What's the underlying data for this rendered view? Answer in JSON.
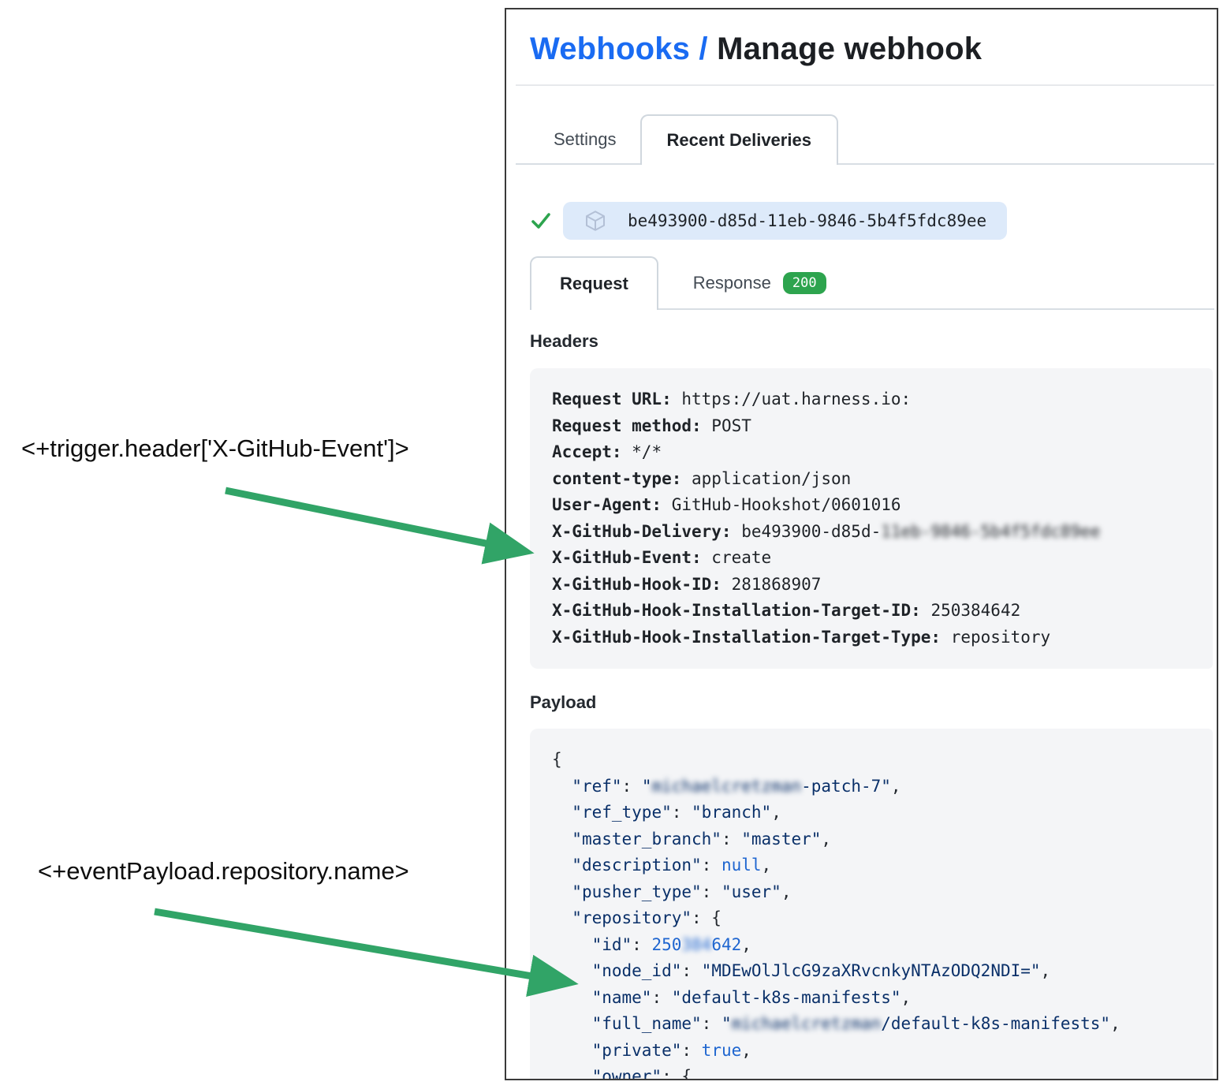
{
  "annotations": [
    {
      "text": "<+trigger.header['X-GitHub-Event']>"
    },
    {
      "text": "<+eventPayload.repository.name>"
    }
  ],
  "colors": {
    "arrow_green": "#31a467",
    "check_green": "#2da44e",
    "badge_green": "#2da44e",
    "link_blue": "#1a6bf2",
    "pill_blue": "#ddeafa"
  },
  "page": {
    "breadcrumb_link": "Webhooks /",
    "title": "Manage webhook",
    "main_tabs": [
      {
        "label": "Settings",
        "active": false
      },
      {
        "label": "Recent Deliveries",
        "active": true
      }
    ],
    "delivery": {
      "status": "success",
      "icon": "package-icon",
      "id": "be493900-d85d-11eb-9846-5b4f5fdc89ee"
    },
    "sub_tabs": [
      {
        "label": "Request",
        "active": true
      },
      {
        "label": "Response",
        "badge": "200",
        "active": false
      }
    ],
    "sections": {
      "headers_heading": "Headers",
      "payload_heading": "Payload"
    },
    "headers": [
      {
        "key": "Request URL:",
        "parts": [
          {
            "t": " https://uat.harness.io:"
          }
        ]
      },
      {
        "key": "Request method:",
        "parts": [
          {
            "t": " POST"
          }
        ]
      },
      {
        "key": "Accept:",
        "parts": [
          {
            "t": " */*"
          }
        ]
      },
      {
        "key": "content-type:",
        "parts": [
          {
            "t": " application/json"
          }
        ]
      },
      {
        "key": "User-Agent:",
        "parts": [
          {
            "t": " GitHub-Hookshot/0601016"
          }
        ]
      },
      {
        "key": "X-GitHub-Delivery:",
        "parts": [
          {
            "t": " be493900-d85d-"
          },
          {
            "t": "11eb-9846-5b4f5fdc89ee",
            "blur": true
          }
        ]
      },
      {
        "key": "X-GitHub-Event:",
        "parts": [
          {
            "t": " create"
          }
        ]
      },
      {
        "key": "X-GitHub-Hook-ID:",
        "parts": [
          {
            "t": " 281868907"
          }
        ]
      },
      {
        "key": "X-GitHub-Hook-Installation-Target-ID:",
        "parts": [
          {
            "t": " 250384642"
          }
        ]
      },
      {
        "key": "X-GitHub-Hook-Installation-Target-Type:",
        "parts": [
          {
            "t": " repository"
          }
        ]
      }
    ],
    "payload_lines": [
      [
        {
          "t": "{",
          "c": "p"
        }
      ],
      [
        {
          "t": "  ",
          "c": "p"
        },
        {
          "t": "\"ref\"",
          "c": "s"
        },
        {
          "t": ": ",
          "c": "p"
        },
        {
          "t": "\"",
          "c": "s"
        },
        {
          "t": "michaelcretzman",
          "c": "s",
          "blur": true
        },
        {
          "t": "-patch-7\"",
          "c": "s"
        },
        {
          "t": ",",
          "c": "p"
        }
      ],
      [
        {
          "t": "  ",
          "c": "p"
        },
        {
          "t": "\"ref_type\"",
          "c": "s"
        },
        {
          "t": ": ",
          "c": "p"
        },
        {
          "t": "\"branch\"",
          "c": "s"
        },
        {
          "t": ",",
          "c": "p"
        }
      ],
      [
        {
          "t": "  ",
          "c": "p"
        },
        {
          "t": "\"master_branch\"",
          "c": "s"
        },
        {
          "t": ": ",
          "c": "p"
        },
        {
          "t": "\"master\"",
          "c": "s"
        },
        {
          "t": ",",
          "c": "p"
        }
      ],
      [
        {
          "t": "  ",
          "c": "p"
        },
        {
          "t": "\"description\"",
          "c": "s"
        },
        {
          "t": ": ",
          "c": "p"
        },
        {
          "t": "null",
          "c": "k"
        },
        {
          "t": ",",
          "c": "p"
        }
      ],
      [
        {
          "t": "  ",
          "c": "p"
        },
        {
          "t": "\"pusher_type\"",
          "c": "s"
        },
        {
          "t": ": ",
          "c": "p"
        },
        {
          "t": "\"user\"",
          "c": "s"
        },
        {
          "t": ",",
          "c": "p"
        }
      ],
      [
        {
          "t": "  ",
          "c": "p"
        },
        {
          "t": "\"repository\"",
          "c": "s"
        },
        {
          "t": ": {",
          "c": "p"
        }
      ],
      [
        {
          "t": "    ",
          "c": "p"
        },
        {
          "t": "\"id\"",
          "c": "s"
        },
        {
          "t": ": ",
          "c": "p"
        },
        {
          "t": "250",
          "c": "k"
        },
        {
          "t": "384",
          "c": "k",
          "blur": true
        },
        {
          "t": "642",
          "c": "k"
        },
        {
          "t": ",",
          "c": "p"
        }
      ],
      [
        {
          "t": "    ",
          "c": "p"
        },
        {
          "t": "\"node_id\"",
          "c": "s"
        },
        {
          "t": ": ",
          "c": "p"
        },
        {
          "t": "\"MDEwOlJlcG9zaXRvcnkyNTAzODQ2NDI=\"",
          "c": "s"
        },
        {
          "t": ",",
          "c": "p"
        }
      ],
      [
        {
          "t": "    ",
          "c": "p"
        },
        {
          "t": "\"name\"",
          "c": "s"
        },
        {
          "t": ": ",
          "c": "p"
        },
        {
          "t": "\"default-k8s-manifests\"",
          "c": "s"
        },
        {
          "t": ",",
          "c": "p"
        }
      ],
      [
        {
          "t": "    ",
          "c": "p"
        },
        {
          "t": "\"full_name\"",
          "c": "s"
        },
        {
          "t": ": ",
          "c": "p"
        },
        {
          "t": "\"",
          "c": "s"
        },
        {
          "t": "michaelcretzman",
          "c": "s",
          "blur": true
        },
        {
          "t": "/default-k8s-manifests\"",
          "c": "s"
        },
        {
          "t": ",",
          "c": "p"
        }
      ],
      [
        {
          "t": "    ",
          "c": "p"
        },
        {
          "t": "\"private\"",
          "c": "s"
        },
        {
          "t": ": ",
          "c": "p"
        },
        {
          "t": "true",
          "c": "k"
        },
        {
          "t": ",",
          "c": "p"
        }
      ],
      [
        {
          "t": "    ",
          "c": "p"
        },
        {
          "t": "\"owner\"",
          "c": "s"
        },
        {
          "t": ": {",
          "c": "p"
        }
      ]
    ]
  }
}
